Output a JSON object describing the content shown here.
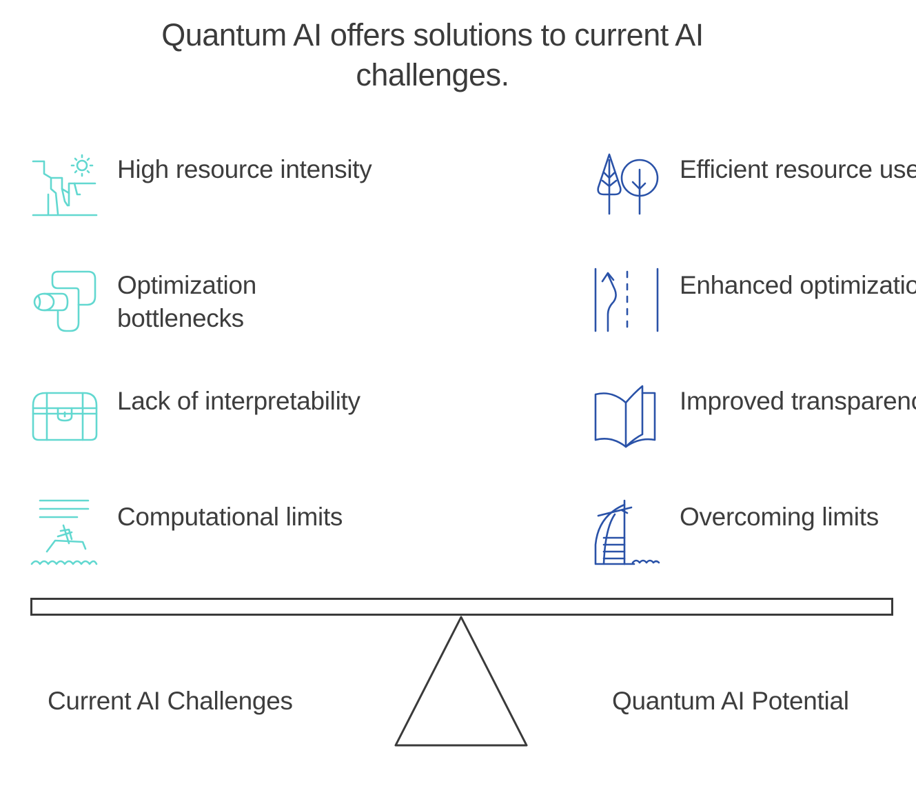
{
  "title": "Quantum AI offers solutions to current AI challenges.",
  "left_side": {
    "label": "Current AI Challenges",
    "items": [
      {
        "label": "High resource intensity",
        "icon": "cliff-sun-icon"
      },
      {
        "label": "Optimization bottlenecks",
        "icon": "bent-pipe-icon"
      },
      {
        "label": "Lack of interpretability",
        "icon": "treasure-chest-icon"
      },
      {
        "label": "Computational limits",
        "icon": "sinking-ship-icon"
      }
    ]
  },
  "right_side": {
    "label": "Quantum AI Potential",
    "items": [
      {
        "label": "Efficient resource use",
        "icon": "trees-icon"
      },
      {
        "label": "Enhanced optimization",
        "icon": "road-lanes-icon"
      },
      {
        "label": "Improved transparency",
        "icon": "open-book-icon"
      },
      {
        "label": "Overcoming limits",
        "icon": "sail-building-icon"
      }
    ]
  },
  "colors": {
    "challenge_icon": "#62d8d0",
    "potential_icon": "#2a52a8",
    "text": "#3d3d3d",
    "scale_outline": "#3a3a3a"
  }
}
